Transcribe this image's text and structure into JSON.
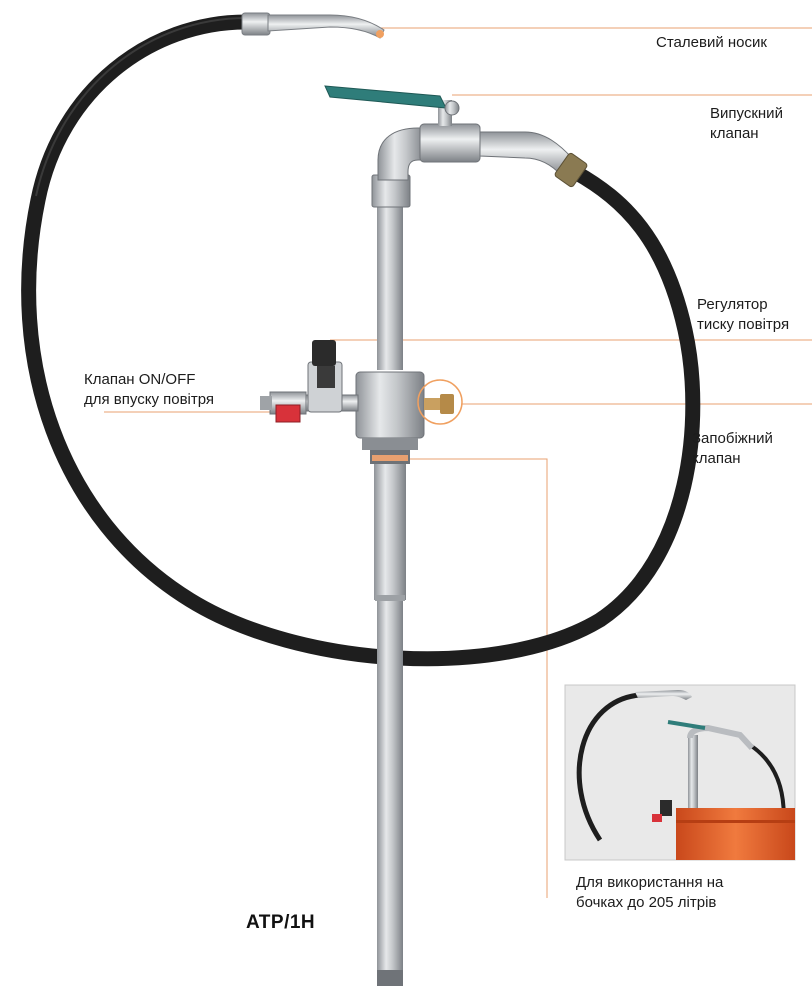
{
  "labels": {
    "steel_nozzle": "Сталевий носик",
    "outlet_valve": [
      "Випускний",
      "клапан"
    ],
    "pressure_regulator": [
      "Регулятор",
      "тиску повітря"
    ],
    "air_valve": [
      "Клапан ON/OFF",
      "для впуску повітря"
    ],
    "safety_valve": [
      "Запобіжний",
      "клапан"
    ],
    "usage_note": [
      "Для використання на",
      "бочках до 205 літрів"
    ]
  },
  "model": "ATP/1H",
  "colors": {
    "leader_line": "#e8a070",
    "highlight_circle": "#f0a060",
    "hose": "#1e1e1e",
    "steel": "#b9bcc0",
    "lever": "#2f7d7a",
    "red_valve": "#d8323a",
    "barrel": "#e5602a",
    "inset_bg": "#e9e9e9"
  }
}
